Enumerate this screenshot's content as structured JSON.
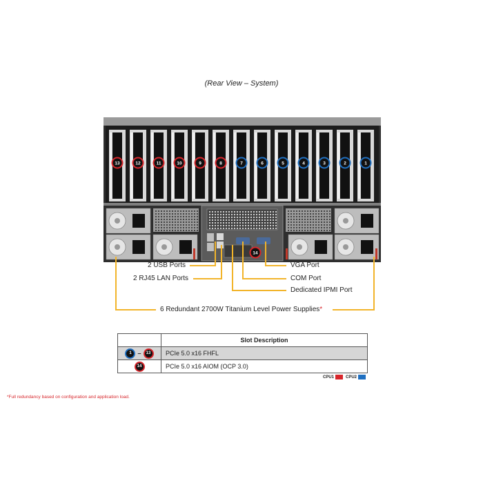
{
  "title": "(Rear View – System)",
  "slot_badges": [
    {
      "num": "13",
      "cpu": "1"
    },
    {
      "num": "12",
      "cpu": "1"
    },
    {
      "num": "11",
      "cpu": "1"
    },
    {
      "num": "10",
      "cpu": "1"
    },
    {
      "num": "9",
      "cpu": "1"
    },
    {
      "num": "8",
      "cpu": "1"
    },
    {
      "num": "7",
      "cpu": "2"
    },
    {
      "num": "6",
      "cpu": "2"
    },
    {
      "num": "5",
      "cpu": "2"
    },
    {
      "num": "4",
      "cpu": "2"
    },
    {
      "num": "3",
      "cpu": "2"
    },
    {
      "num": "2",
      "cpu": "2"
    },
    {
      "num": "1",
      "cpu": "2"
    }
  ],
  "aiom_badge": "14",
  "callouts": {
    "usb": "2 USB Ports",
    "lan": "2 RJ45 LAN Ports",
    "vga": "VGA Port",
    "com": "COM Port",
    "ipmi": "Dedicated IPMI Port",
    "psu_text": "6 Redundant 2700W Titanium Level Power Supplies",
    "psu_asterisk": "*"
  },
  "table": {
    "header": "Slot Description",
    "rows": [
      {
        "from": "1",
        "dash": "–",
        "to": "13",
        "desc": "PCIe 5.0 x16 FHFL"
      },
      {
        "badge": "14",
        "desc": "PCIe 5.0 x16 AIOM (OCP 3.0)"
      }
    ]
  },
  "legend": {
    "cpu1": "CPU1",
    "cpu2": "CPU2"
  },
  "colors": {
    "cpu1": "#d7262b",
    "cpu2": "#1f6fc0",
    "callout": "#f2b42a",
    "chassis": "#3a3a3a"
  },
  "footnote": "*Full redundancy based on configuration and application load."
}
